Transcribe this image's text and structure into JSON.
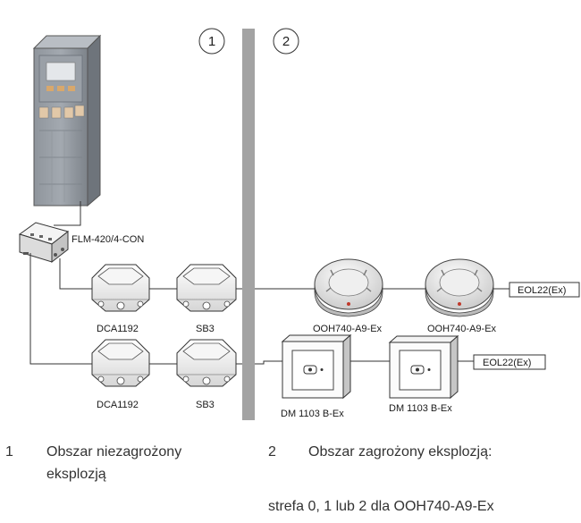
{
  "zones": {
    "zone1_number": "1",
    "zone2_number": "2"
  },
  "labels": {
    "panel_module": "FLM-420/4-CON",
    "box_a_top": "DCA1192",
    "box_b_top": "SB3",
    "box_a_bottom": "DCA1192",
    "box_b_bottom": "SB3",
    "detector_1": "OOH740-A9-Ex",
    "detector_2": "OOH740-A9-Ex",
    "eol_top": "EOL22(Ex)",
    "callpoint_1": "DM 1103 B-Ex",
    "callpoint_2": "DM 1103 B-Ex",
    "eol_bottom": "EOL22(Ex)"
  },
  "legend": {
    "item1_number": "1",
    "item1_line1": "Obszar niezagrożony",
    "item1_line2": "eksplozją",
    "item2_number": "2",
    "item2_text": "Obszar zagrożony eksplozją:",
    "note": "strefa 0, 1 lub 2 dla OOH740-A9-Ex"
  }
}
